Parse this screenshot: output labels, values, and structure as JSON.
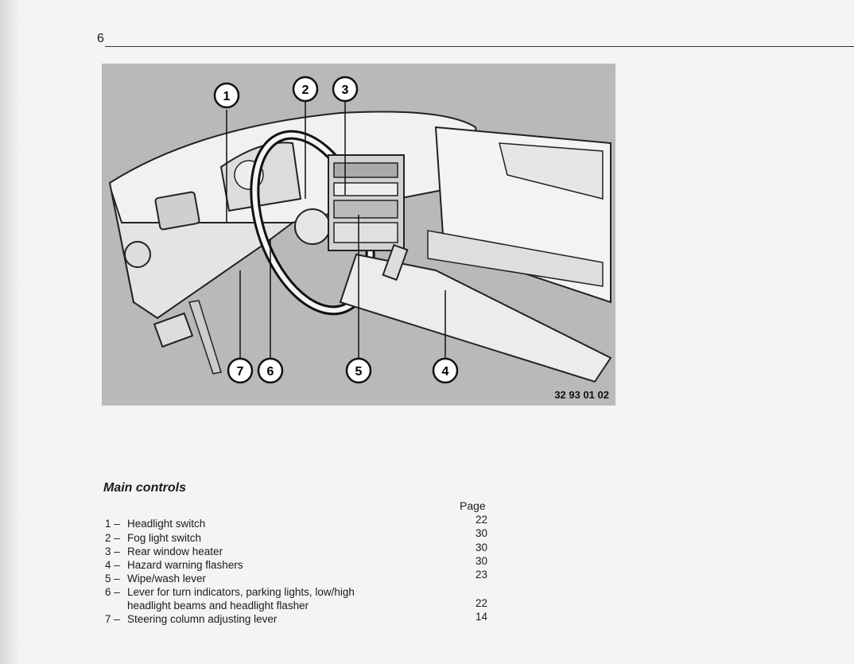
{
  "page": {
    "number": "6"
  },
  "figure": {
    "code": "32 93 01 02",
    "callouts": [
      "1",
      "2",
      "3",
      "4",
      "5",
      "6",
      "7"
    ]
  },
  "section": {
    "heading": "Main controls",
    "page_column_label": "Page",
    "items": [
      {
        "number": "1 –",
        "label": "Headlight switch",
        "page": "22"
      },
      {
        "number": "2 –",
        "label": "Fog light switch",
        "page": "30"
      },
      {
        "number": "3 –",
        "label": "Rear window heater",
        "page": "30"
      },
      {
        "number": "4 –",
        "label": "Hazard warning flashers",
        "page": "30"
      },
      {
        "number": "5 –",
        "label": "Wipe/wash lever",
        "page": "23"
      },
      {
        "number": "6 –",
        "label": "Lever for turn indicators, parking lights, low/high",
        "continuation": "headlight beams and headlight flasher",
        "page": "22"
      },
      {
        "number": "7 –",
        "label": "Steering column adjusting lever",
        "page": "14"
      }
    ]
  }
}
